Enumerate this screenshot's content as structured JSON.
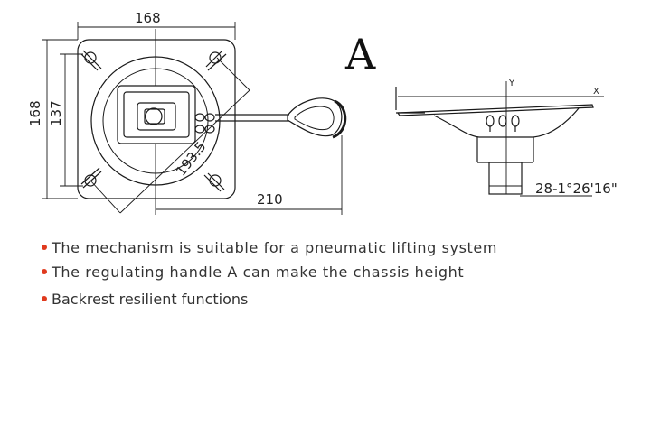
{
  "colors": {
    "bullet": "#e03a1e",
    "line": "#1a1a1a",
    "text": "#333333"
  },
  "drawing": {
    "top_width": "168",
    "left_height": "168",
    "inner_height": "137",
    "handle_length": "210",
    "diagonal": "193.5",
    "letter": "A",
    "axis_y": "Y",
    "axis_x": "X",
    "tilt_spec": "28-1°26'16\""
  },
  "features": [
    {
      "text": "The mechanism is suitable for a pneumatic lifting system"
    },
    {
      "text": "The regulating handle A can make the chassis height"
    },
    {
      "text": "Backrest resilient functions"
    }
  ]
}
